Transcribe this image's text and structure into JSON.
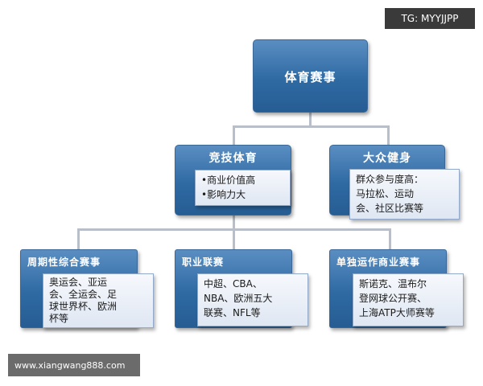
{
  "watermark_top": "TG: MYYJJPP",
  "watermark_bottom": "www.xiangwang888.com",
  "root": {
    "label": "体育赛事"
  },
  "categories": [
    {
      "label": "竞技体育",
      "details": [
        "•商业价值高",
        "•影响力大"
      ]
    },
    {
      "label": "大众健身",
      "details": [
        "群众参与度高：",
        "马拉松、运动",
        "会、社区比赛等"
      ]
    }
  ],
  "leagues": [
    {
      "label": "周期性综合赛事",
      "details": [
        "奥运会、亚运",
        "会、全运会、足",
        "球世界杯、欧洲",
        "杯等"
      ]
    },
    {
      "label": "职业联赛",
      "details": [
        "中超、CBA、",
        "NBA、欧洲五大",
        "联赛、NFL等"
      ]
    },
    {
      "label": "单独运作商业赛事",
      "details": [
        "斯诺克、温布尔",
        "登网球公开赛、",
        "上海ATP大师赛等"
      ]
    }
  ],
  "colors": {
    "node": "#2f6aa3",
    "connector": "#b8bfc8",
    "detail_bg": "#e6ecf5"
  }
}
